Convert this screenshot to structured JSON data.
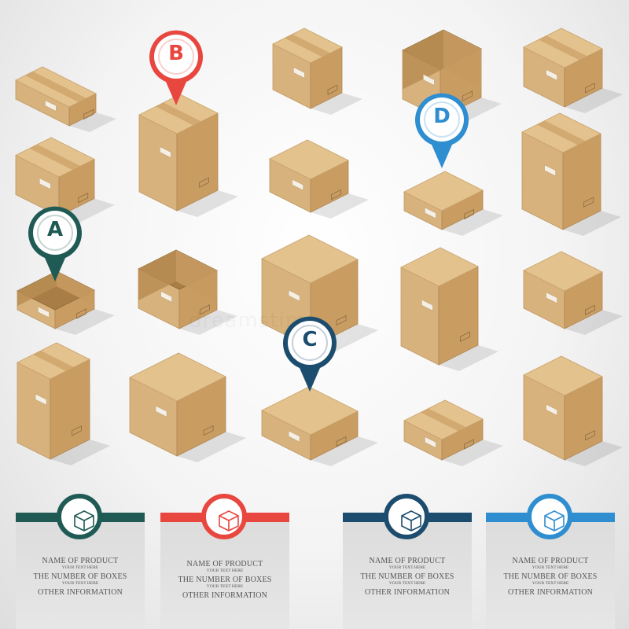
{
  "pins": [
    {
      "letter": "A",
      "color": "#1f5a55"
    },
    {
      "letter": "B",
      "color": "#e8473f"
    },
    {
      "letter": "C",
      "color": "#1c4d6e"
    },
    {
      "letter": "D",
      "color": "#2e8ed0"
    }
  ],
  "cards": [
    {
      "color": "#1f5a55",
      "icon": "box-icon",
      "name": "NAME OF PRODUCT",
      "text1": "YOUR TEXT HERE",
      "count": "THE NUMBER OF BOXES",
      "text2": "YOUR TEXT HERE",
      "other": "OTHER INFORMATION"
    },
    {
      "color": "#e8473f",
      "icon": "box-icon",
      "name": "NAME OF PRODUCT",
      "text1": "YOUR TEXT HERE",
      "count": "THE NUMBER OF BOXES",
      "text2": "YOUR TEXT HERE",
      "other": "OTHER INFORMATION"
    },
    {
      "color": "#1c4d6e",
      "icon": "box-icon",
      "name": "NAME OF PRODUCT",
      "text1": "YOUR TEXT HERE",
      "count": "THE NUMBER OF BOXES",
      "text2": "YOUR TEXT HERE",
      "other": "OTHER INFORMATION"
    },
    {
      "color": "#2e8ed0",
      "icon": "box-icon",
      "name": "NAME OF PRODUCT",
      "text1": "YOUR TEXT HERE",
      "count": "THE NUMBER OF BOXES",
      "text2": "YOUR TEXT HERE",
      "other": "OTHER INFORMATION"
    }
  ],
  "watermark": "dreamstime"
}
